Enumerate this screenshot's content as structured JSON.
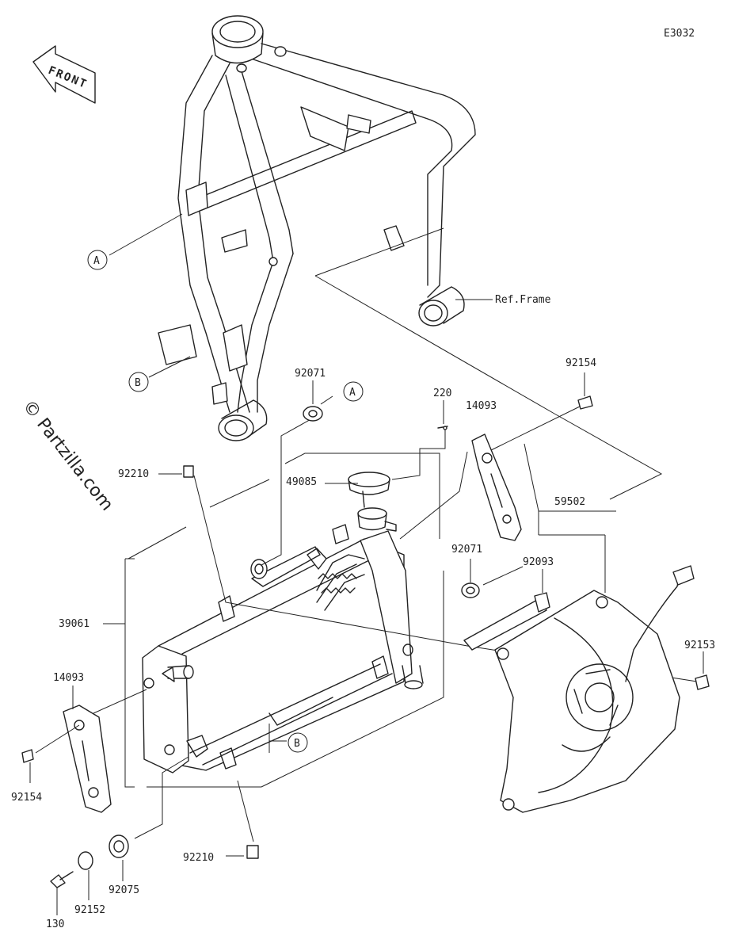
{
  "diagram_code": "E3032",
  "front_label": "FRONT",
  "watermark": "© Partzilla.com",
  "ref_frame_label": "Ref.Frame",
  "callouts": {
    "a": "A",
    "b": "B"
  },
  "parts": {
    "p92071_top": "92071",
    "p220": "220",
    "p92154_top": "92154",
    "p14093_top": "14093",
    "p92210_top": "92210",
    "p49085": "49085",
    "p59502": "59502",
    "p92093": "92093",
    "p92071_mid": "92071",
    "p39061": "39061",
    "p92153": "92153",
    "p14093_left": "14093",
    "p92154_left": "92154",
    "p92210_bottom": "92210",
    "p92075": "92075",
    "p92152": "92152",
    "p130": "130"
  }
}
